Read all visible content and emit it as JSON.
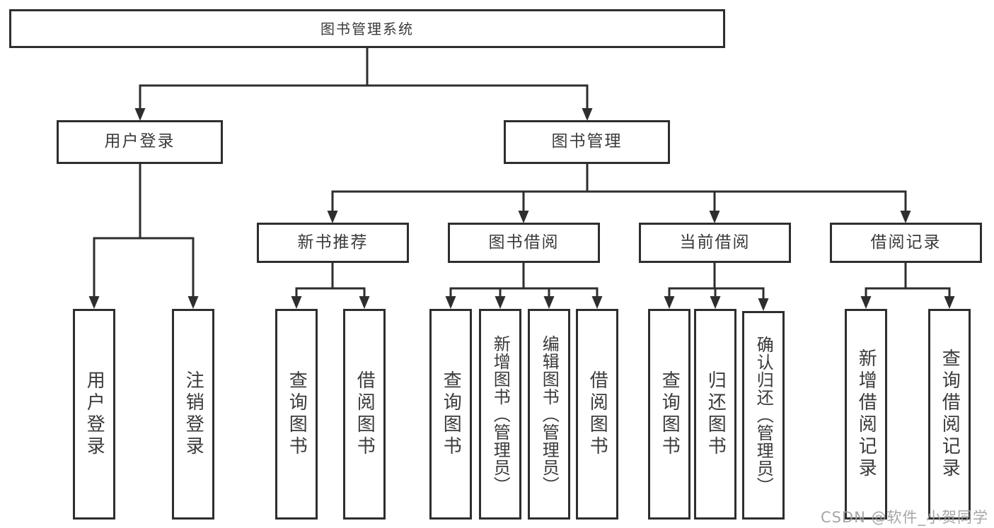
{
  "colors": {
    "line": "#2e2e2e",
    "box_border": "#2e2e2e",
    "text": "#3a3a3a",
    "background": "#ffffff",
    "watermark": "#9e9e9e"
  },
  "watermark": {
    "text": "CSDN @软件_小贺同学"
  },
  "nodes": {
    "root": {
      "label": "图书管理系统"
    },
    "user_login": {
      "label": "用户登录"
    },
    "book_management": {
      "label": "图书管理"
    },
    "new_book_recommend": {
      "label": "新书推荐"
    },
    "book_borrow": {
      "label": "图书借阅"
    },
    "current_borrow": {
      "label": "当前借阅"
    },
    "borrow_record": {
      "label": "借阅记录"
    },
    "leaf_user_login": {
      "label": "用户登录"
    },
    "leaf_logout": {
      "label": "注销登录"
    },
    "leaf_query_books_a": {
      "label": "查询图书"
    },
    "leaf_borrow_books_a": {
      "label": "借阅图书"
    },
    "leaf_query_books_b": {
      "label": "查询图书"
    },
    "leaf_add_books_admin": {
      "label": "新增图书（管理员）"
    },
    "leaf_edit_books_admin": {
      "label": "编辑图书（管理员）"
    },
    "leaf_borrow_books_b": {
      "label": "借阅图书"
    },
    "leaf_query_books_c": {
      "label": "查询图书"
    },
    "leaf_return_books": {
      "label": "归还图书"
    },
    "leaf_confirm_return_admin": {
      "label": "确认归还（管理员）"
    },
    "leaf_add_borrow_record": {
      "label": "新增借阅记录"
    },
    "leaf_query_borrow_record": {
      "label": "查询借阅记录"
    }
  }
}
